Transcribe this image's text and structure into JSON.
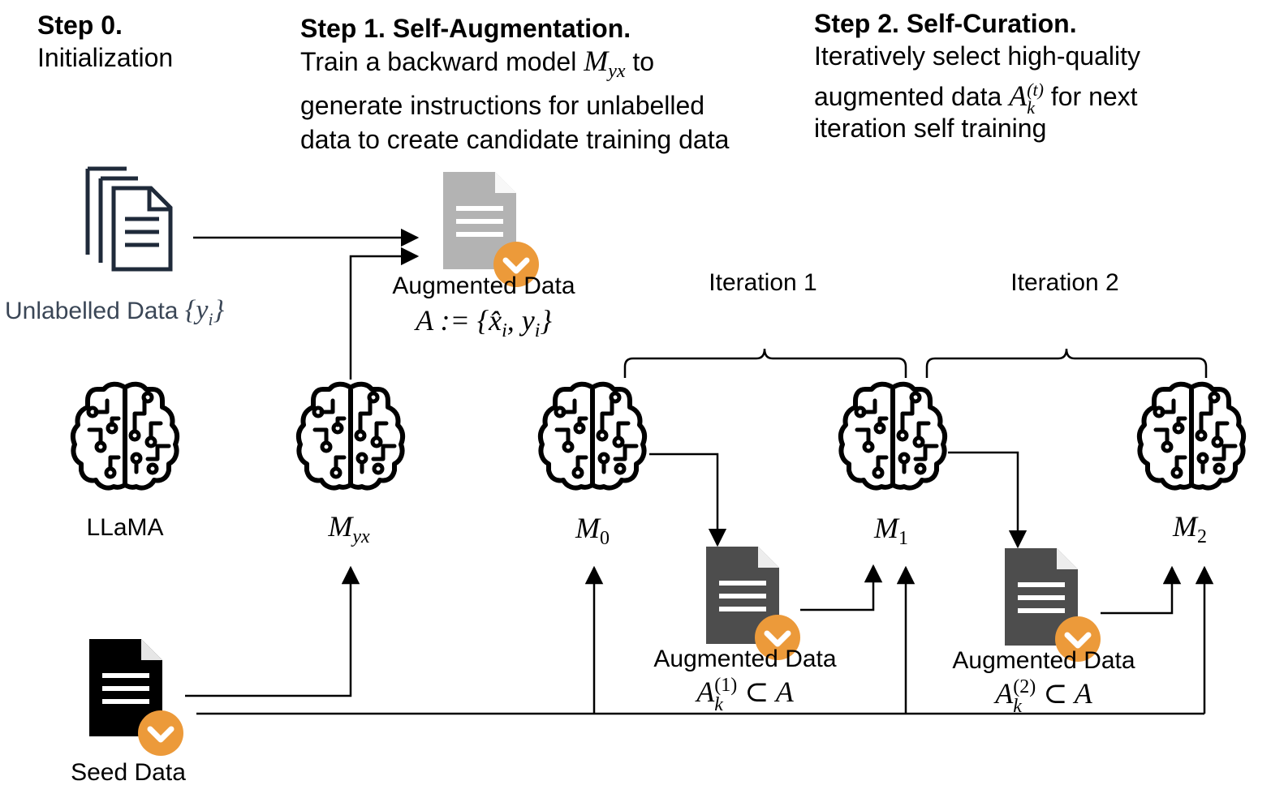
{
  "steps": {
    "step0": {
      "title": "Step 0.",
      "line1": "Initialization"
    },
    "step1": {
      "title": "Step 1. Self-Augmentation.",
      "line1_prefix": "Train a backward model",
      "line1_math": "M",
      "line1_math_sub": "yx",
      "line1_suffix": "to",
      "line2": "generate instructions for unlabelled",
      "line3": "data to create candidate training data"
    },
    "step2": {
      "title": "Step 2. Self-Curation.",
      "line1": "Iteratively select high-quality",
      "line2_prefix": "augmented data",
      "line2_math": "A",
      "line2_math_sup": "(t)",
      "line2_math_sub": "k",
      "line2_suffix": "for next",
      "line3": "iteration self training"
    }
  },
  "unlabelled": {
    "label": "Unlabelled Data",
    "math": "{y",
    "math_sub": "i",
    "math_close": "}"
  },
  "augmented_main": {
    "label": "Augmented Data",
    "math": "A := {x̂",
    "math_sub": "i",
    "math_mid": ", y",
    "math_sub2": "i",
    "math_close": "}"
  },
  "iterations": {
    "iter1": "Iteration 1",
    "iter2": "Iteration 2"
  },
  "models": {
    "llama": "LLaMA",
    "myx": {
      "base": "M",
      "sub": "yx"
    },
    "m0": {
      "base": "M",
      "sub": "0"
    },
    "m1": {
      "base": "M",
      "sub": "1"
    },
    "m2": {
      "base": "M",
      "sub": "2"
    }
  },
  "augmented_1": {
    "label": "Augmented Data",
    "base": "A",
    "sup": "(1)",
    "sub": "k",
    "rest": "⊂ A"
  },
  "augmented_2": {
    "label": "Augmented Data",
    "base": "A",
    "sup": "(2)",
    "sub": "k",
    "rest": "⊂ A"
  },
  "seed": {
    "label": "Seed Data"
  },
  "colors": {
    "check_orange": "#EC9A3A",
    "doc_gray": "#B3B3B3",
    "doc_dark": "#4D4D4D",
    "doc_black": "#000000",
    "unlabelled_text": "#3A4656"
  },
  "icons": [
    "documents-stack-icon",
    "document-icon",
    "checkmark-badge-icon",
    "brain-circuit-icon"
  ]
}
